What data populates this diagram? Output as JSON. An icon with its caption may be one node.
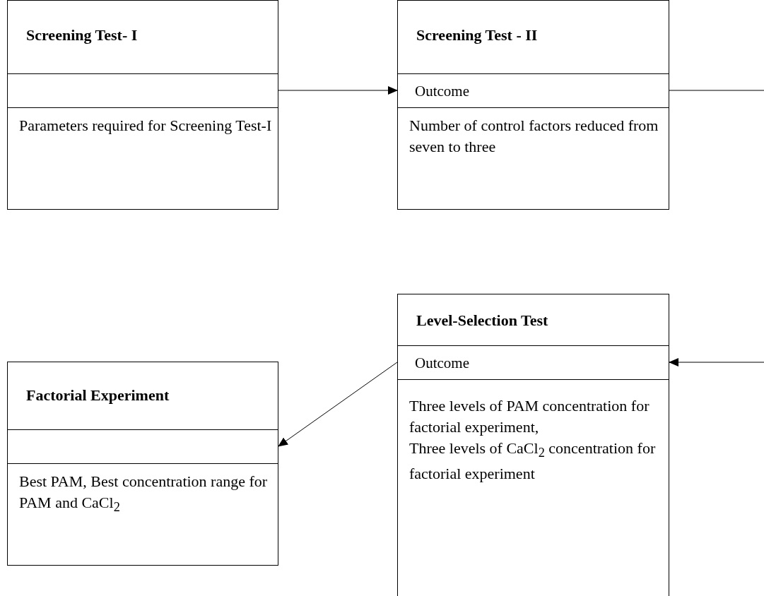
{
  "diagram": {
    "nodes": [
      {
        "text": [
          "Screening Test- I",
          "Parameters required for Screening Test-I"
        ]
      },
      {
        "text": [
          "Screening Test - II",
          "Outcome",
          "Number of control factors reduced from seven to three"
        ]
      },
      {
        "text": [
          "Level-Selection Test",
          "Outcome",
          "Three levels of PAM concentration for factorial experiment,",
          "Three levels of CaCl$_{2}$ concentration for factorial experiment"
        ]
      },
      {
        "text": [
          "Factorial Experiment",
          "Best PAM, Best concentration range for PAM and CaCl$_{2}$"
        ]
      }
    ],
    "edges": [
      {
        "from": 0,
        "to": 1,
        "arrow": "to"
      },
      {
        "from": 1,
        "to": null,
        "arrow": "none"
      },
      {
        "from": null,
        "to": 2,
        "arrow": "to"
      },
      {
        "from": 2,
        "to": 3,
        "arrow": "to"
      }
    ]
  }
}
